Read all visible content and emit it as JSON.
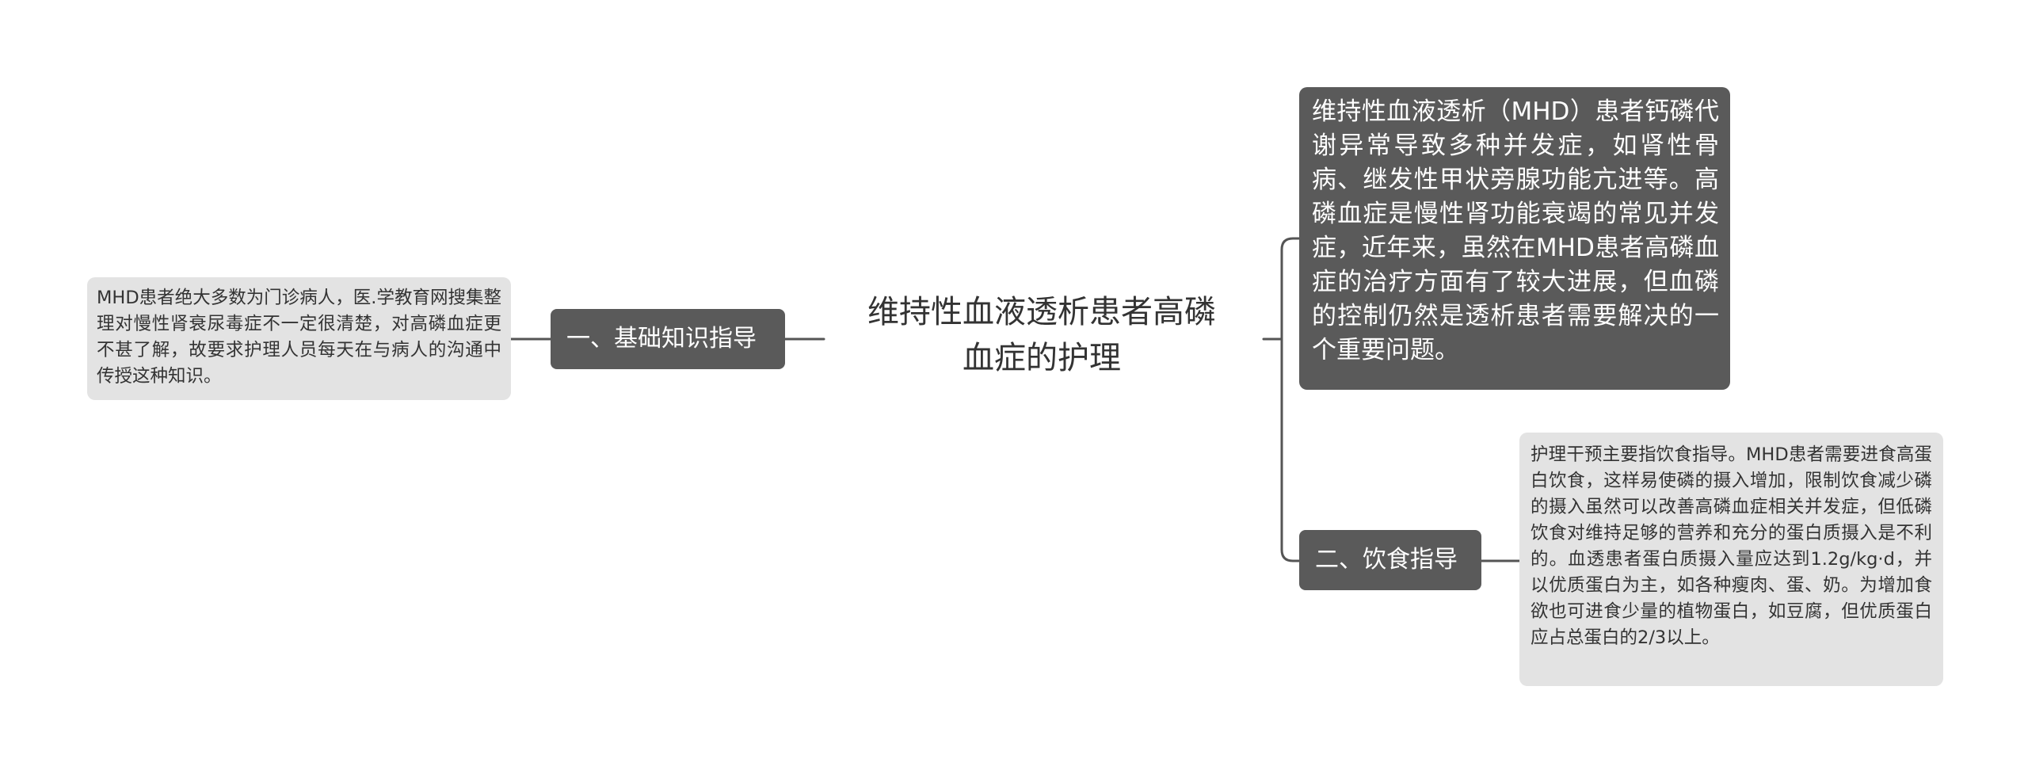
{
  "root": {
    "title_line1": "维持性血液透析患者高磷",
    "title_line2": "血症的护理"
  },
  "branches": [
    {
      "label": "一、基础知识指导",
      "leaf": "MHD患者绝大多数为门诊病人，医.学教育网搜集整理对慢性肾衰尿毒症不一定很清楚，对高磷血症更不甚了解，故要求护理人员每天在与病人的沟通中传授这种知识。"
    },
    {
      "label": "二、饮食指导",
      "leaf": "护理干预主要指饮食指导。MHD患者需要进食高蛋白饮食，这样易使磷的摄入增加，限制饮食减少磷的摄入虽然可以改善高磷血症相关并发症，但低磷饮食对维持足够的营养和充分的蛋白质摄入是不利的。血透患者蛋白质摄入量应达到1.2g/kg·d，并以优质蛋白为主，如各种瘦肉、蛋、奶。为增加食欲也可进食少量的植物蛋白，如豆腐，但优质蛋白应占总蛋白的2/3以上。"
    }
  ],
  "intro": "维持性血液透析（MHD）患者钙磷代谢异常导致多种并发症，如肾性骨病、继发性甲状旁腺功能亢进等。高磷血症是慢性肾功能衰竭的常见并发症，近年来，虽然在MHD患者高磷血症的治疗方面有了较大进展，但血磷的控制仍然是透析患者需要解决的一个重要问题。",
  "colors": {
    "dark_node": "#5a5a5a",
    "light_node": "#e3e3e3",
    "connector": "#555555",
    "root_text": "#333333"
  }
}
